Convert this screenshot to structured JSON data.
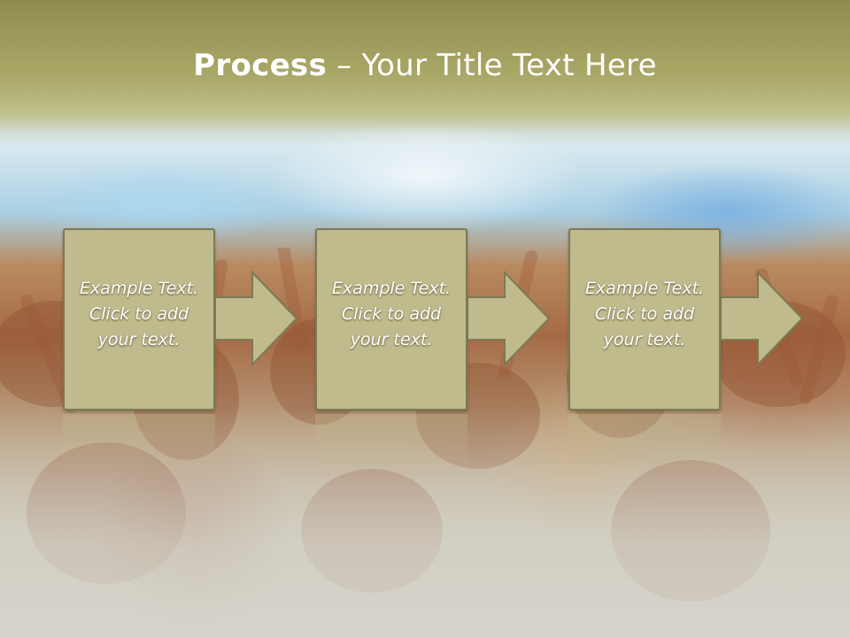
{
  "slide": {
    "title_bold": "Process",
    "title_rest": " – Your Title Text Here"
  },
  "steps": [
    {
      "line1": "Example Text.",
      "line2": "Click  to add",
      "line3": "your text."
    },
    {
      "line1": "Example Text.",
      "line2": "Click  to add",
      "line3": "your text."
    },
    {
      "line1": "Example Text.",
      "line2": "Click  to add",
      "line3": "your text."
    }
  ],
  "colors": {
    "box_fill": "#bfbb8d",
    "box_border": "#7b7a55",
    "title_band": "#a9a766",
    "text": "#ffffff"
  },
  "background": {
    "image": "concert-crowd-photo"
  }
}
